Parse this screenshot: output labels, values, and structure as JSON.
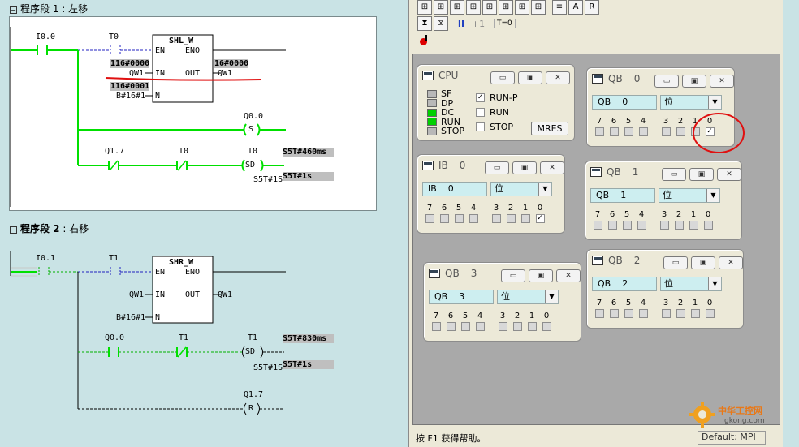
{
  "ladder": {
    "net1": {
      "title": "程序段 1 : 左移",
      "contacts": {
        "i00": "I0.0",
        "t0": "T0",
        "q17": "Q1.7",
        "t0b": "T0"
      },
      "block": {
        "name": "SHL_W",
        "en": "EN",
        "eno": "ENO",
        "in": "IN",
        "out": "OUT",
        "n": "N"
      },
      "in_value": "116#0000",
      "in_operand": "QW1",
      "n_value": "116#0001",
      "n_operand": "B#16#1",
      "out_value": "16#0000",
      "out_operand": "QW1",
      "coil_q00": "Q0.0",
      "coil_s": "S",
      "timer": "T0",
      "timer_coil": "SD",
      "timer_val_hl": "S5T#460ms",
      "timer_preset": "S5T#1S",
      "timer_preset_hl": "S5T#1s"
    },
    "net2": {
      "title_num": "程序段 2",
      "title_text": ": 右移",
      "contacts": {
        "i01": "I0.1",
        "t1": "T1",
        "q00": "Q0.0",
        "t1b": "T1"
      },
      "block": {
        "name": "SHR_W",
        "en": "EN",
        "eno": "ENO",
        "in": "IN",
        "out": "OUT",
        "n": "N"
      },
      "in_operand": "QW1",
      "n_operand": "B#16#1",
      "out_operand": "QW1",
      "timer": "T1",
      "timer_coil": "SD",
      "timer_val_hl": "S5T#830ms",
      "timer_preset": "S5T#1S",
      "timer_preset_hl": "S5T#1s",
      "coil_q17": "Q1.7",
      "coil_r": "R"
    }
  },
  "sim": {
    "toolbar_run": {
      "pause": "II",
      "step": "+1",
      "t0": "T=0"
    },
    "status_help": "按 F1 获得帮助。",
    "status_mode": "Default: MPI",
    "cpu": {
      "title": "CPU",
      "leds": [
        {
          "label": "SF",
          "on": false
        },
        {
          "label": "DP",
          "on": false
        },
        {
          "label": "DC",
          "on": true
        },
        {
          "label": "RUN",
          "on": true
        },
        {
          "label": "STOP",
          "on": false
        }
      ],
      "modes": [
        {
          "label": "RUN-P",
          "checked": true
        },
        {
          "label": "RUN",
          "checked": false
        },
        {
          "label": "STOP",
          "checked": false
        }
      ],
      "mres": "MRES"
    },
    "panels": [
      {
        "id": "qb0",
        "title": "QB",
        "num": "0",
        "area": "QB",
        "addr": "0",
        "fmt": "位",
        "bits": [
          false,
          false,
          false,
          false,
          false,
          false,
          false,
          true
        ]
      },
      {
        "id": "ib0",
        "title": "IB",
        "num": "0",
        "area": "IB",
        "addr": "0",
        "fmt": "位",
        "bits": [
          false,
          false,
          false,
          false,
          false,
          false,
          false,
          true
        ]
      },
      {
        "id": "qb1",
        "title": "QB",
        "num": "1",
        "area": "QB",
        "addr": "1",
        "fmt": "位",
        "bits": [
          false,
          false,
          false,
          false,
          false,
          false,
          false,
          false
        ]
      },
      {
        "id": "qb2",
        "title": "QB",
        "num": "2",
        "area": "QB",
        "addr": "2",
        "fmt": "位",
        "bits": [
          false,
          false,
          false,
          false,
          false,
          false,
          false,
          false
        ]
      },
      {
        "id": "qb3",
        "title": "QB",
        "num": "3",
        "area": "QB",
        "addr": "3",
        "fmt": "位",
        "bits": [
          false,
          false,
          false,
          false,
          false,
          false,
          false,
          false
        ]
      }
    ],
    "bit_labels": [
      "7",
      "6",
      "5",
      "4",
      "3",
      "2",
      "1",
      "0"
    ],
    "win_btn_min": "▭",
    "win_btn_max": "▣",
    "win_btn_close": "✕",
    "combo_arrow": "▼"
  },
  "watermark": {
    "line1": "中华工控网",
    "line2": "gkong.com"
  }
}
